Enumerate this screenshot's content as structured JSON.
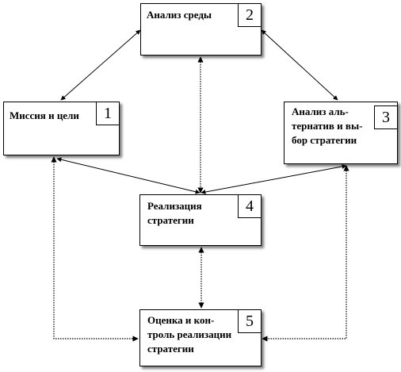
{
  "diagram": {
    "nodes": [
      {
        "id": "analysis",
        "label": "Анализ среды",
        "number": "2"
      },
      {
        "id": "mission",
        "label": "Миссия и цели",
        "number": "1"
      },
      {
        "id": "alternatives",
        "label": "Анализ аль-\nтернатив и вы-\nбор стратегии",
        "number": "3"
      },
      {
        "id": "implementation",
        "label": "Реализация\nстратегии",
        "number": "4"
      },
      {
        "id": "evaluation",
        "label": "Оценка и кон-\nтроль реализации\nстратегии",
        "number": "5"
      }
    ],
    "edges": [
      {
        "from": "mission",
        "to": "analysis",
        "style": "solid",
        "arrows": "both"
      },
      {
        "from": "analysis",
        "to": "alternatives",
        "style": "solid",
        "arrows": "both"
      },
      {
        "from": "analysis",
        "to": "implementation",
        "style": "dotted",
        "arrows": "both"
      },
      {
        "from": "mission",
        "to": "implementation",
        "style": "solid",
        "arrows": "both"
      },
      {
        "from": "alternatives",
        "to": "implementation",
        "style": "solid",
        "arrows": "both"
      },
      {
        "from": "implementation",
        "to": "evaluation",
        "style": "dotted",
        "arrows": "both"
      },
      {
        "from": "mission",
        "to": "evaluation",
        "style": "solid",
        "arrows": "both"
      },
      {
        "from": "alternatives",
        "to": "evaluation",
        "style": "solid",
        "arrows": "both"
      }
    ],
    "colors": {
      "line": "#000000",
      "box_border": "#000000",
      "box_fill": "#ffffff"
    }
  }
}
